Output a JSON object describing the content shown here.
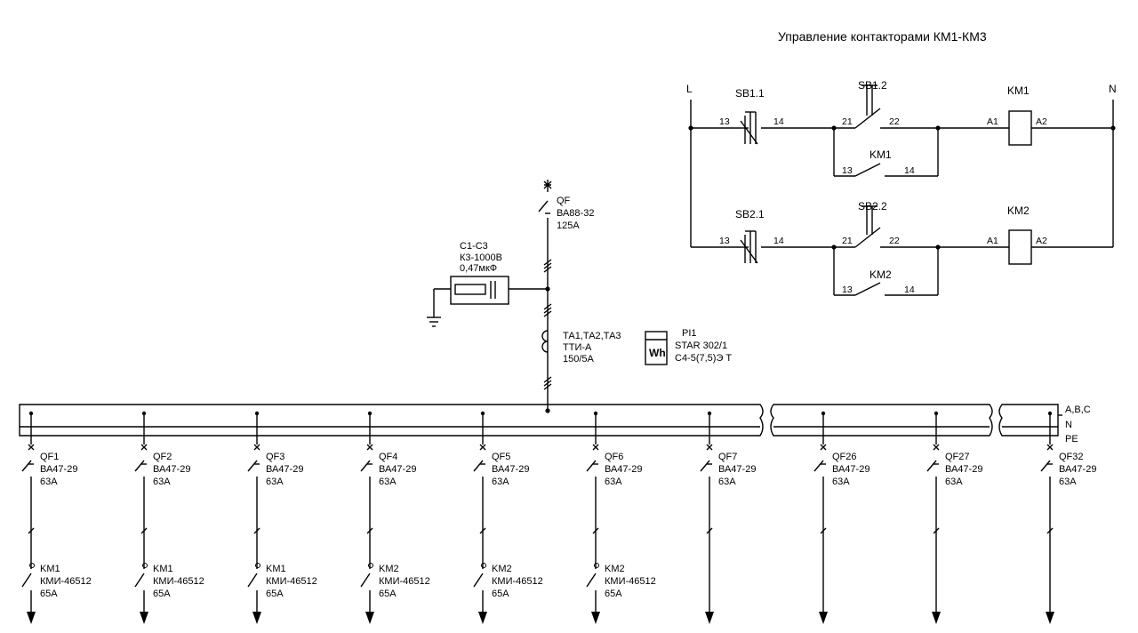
{
  "title": "Управление контакторами КМ1-КМ3",
  "control": {
    "line_label": "L",
    "neutral_label": "N",
    "rows": [
      {
        "start_button": "SB1.1",
        "stop_button": "SB1.2",
        "coil": "KM1",
        "aux_contact": "KM1",
        "pins": {
          "start_a": "13",
          "start_b": "14",
          "stop_a": "21",
          "stop_b": "22",
          "coil_a": "A1",
          "coil_b": "A2",
          "aux_a": "13",
          "aux_b": "14"
        }
      },
      {
        "start_button": "SB2.1",
        "stop_button": "SB2.2",
        "coil": "KM2",
        "aux_contact": "KM2",
        "pins": {
          "start_a": "13",
          "start_b": "14",
          "stop_a": "21",
          "stop_b": "22",
          "coil_a": "A1",
          "coil_b": "A2",
          "aux_a": "13",
          "aux_b": "14"
        }
      }
    ]
  },
  "main_breaker": {
    "name": "QF",
    "model": "ВА88-32",
    "rating": "125А"
  },
  "capacitor": {
    "name": "C1-C3",
    "model": "К3-1000В",
    "value": "0,47мкФ"
  },
  "transformers": {
    "name": "ТА1,ТА2,ТА3",
    "model": "ТТИ-А",
    "ratio": "150/5А"
  },
  "meter": {
    "name": "PI1",
    "model": "STAR 302/1",
    "spec": "С4-5(7,5)Э Т",
    "symbol": "Wh"
  },
  "bus_labels": {
    "phases": "A,B,C",
    "neutral": "N",
    "protective": "PE"
  },
  "feeders": [
    {
      "breaker": "QF1",
      "breaker_model": "ВА47-29",
      "breaker_rating": "63А",
      "contactor": "KM1",
      "contactor_model": "КМИ-46512",
      "contactor_rating": "65А"
    },
    {
      "breaker": "QF2",
      "breaker_model": "ВА47-29",
      "breaker_rating": "63А",
      "contactor": "KM1",
      "contactor_model": "КМИ-46512",
      "contactor_rating": "65А"
    },
    {
      "breaker": "QF3",
      "breaker_model": "ВА47-29",
      "breaker_rating": "63А",
      "contactor": "KM1",
      "contactor_model": "КМИ-46512",
      "contactor_rating": "65А"
    },
    {
      "breaker": "QF4",
      "breaker_model": "ВА47-29",
      "breaker_rating": "63А",
      "contactor": "KM2",
      "contactor_model": "КМИ-46512",
      "contactor_rating": "65А"
    },
    {
      "breaker": "QF5",
      "breaker_model": "ВА47-29",
      "breaker_rating": "63А",
      "contactor": "KM2",
      "contactor_model": "КМИ-46512",
      "contactor_rating": "65А"
    },
    {
      "breaker": "QF6",
      "breaker_model": "ВА47-29",
      "breaker_rating": "63А",
      "contactor": "KM2",
      "contactor_model": "КМИ-46512",
      "contactor_rating": "65А"
    },
    {
      "breaker": "QF7",
      "breaker_model": "ВА47-29",
      "breaker_rating": "63А"
    },
    {
      "breaker": "QF26",
      "breaker_model": "ВА47-29",
      "breaker_rating": "63А"
    },
    {
      "breaker": "QF27",
      "breaker_model": "ВА47-29",
      "breaker_rating": "63А"
    },
    {
      "breaker": "QF32",
      "breaker_model": "ВА47-29",
      "breaker_rating": "63А"
    }
  ]
}
